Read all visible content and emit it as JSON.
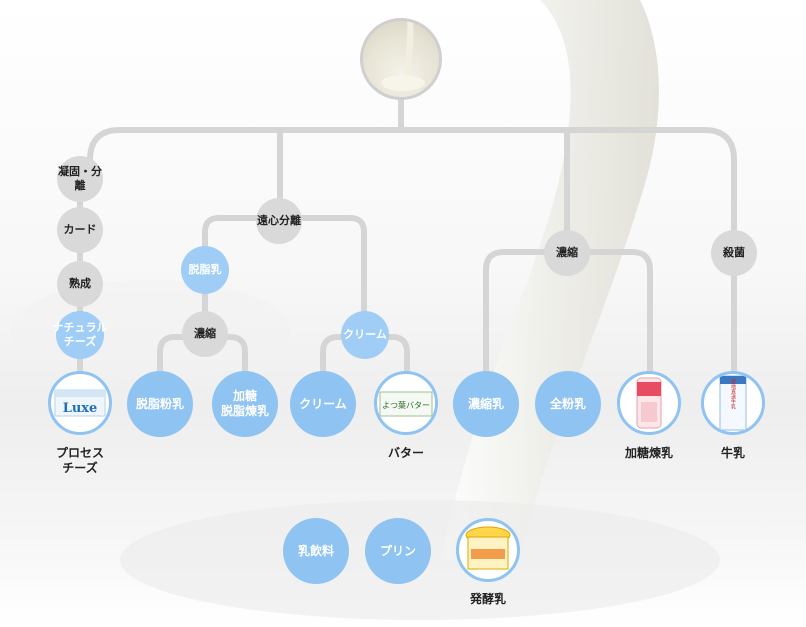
{
  "nodes": {
    "coagulate": "凝固・分離",
    "curd": "カード",
    "ripen": "熟成",
    "natural_cheese": "ナチュラル\nチーズ",
    "centrifuge": "遠心分離",
    "skim_milk": "脱脂乳",
    "concentrate_left": "濃縮",
    "cream_node": "クリーム",
    "concentrate_right": "濃縮",
    "sterilize": "殺菌"
  },
  "products": {
    "skim_powder": "脱脂粉乳",
    "sweet_condensed_skim": "加糖\n脱脂煉乳",
    "cream": "クリーム",
    "condensed": "濃縮乳",
    "whole_powder": "全粉乳",
    "milk_drink": "乳飲料",
    "pudding": "プリン"
  },
  "captions": {
    "process_cheese": "プロセス\nチーズ",
    "butter": "バター",
    "sweet_condensed": "加糖煉乳",
    "milk": "牛乳",
    "fermented": "発酵乳"
  },
  "image_text": {
    "cheese_brand": "Luxe",
    "butter_label": "よつ葉バター",
    "milk_label": "産地直送牛乳"
  },
  "colors": {
    "line": "#d5d5d5",
    "node_gray": "#d9d9d9",
    "node_blue": "#9fcdf6",
    "product_blue": "#8ec3f2"
  }
}
